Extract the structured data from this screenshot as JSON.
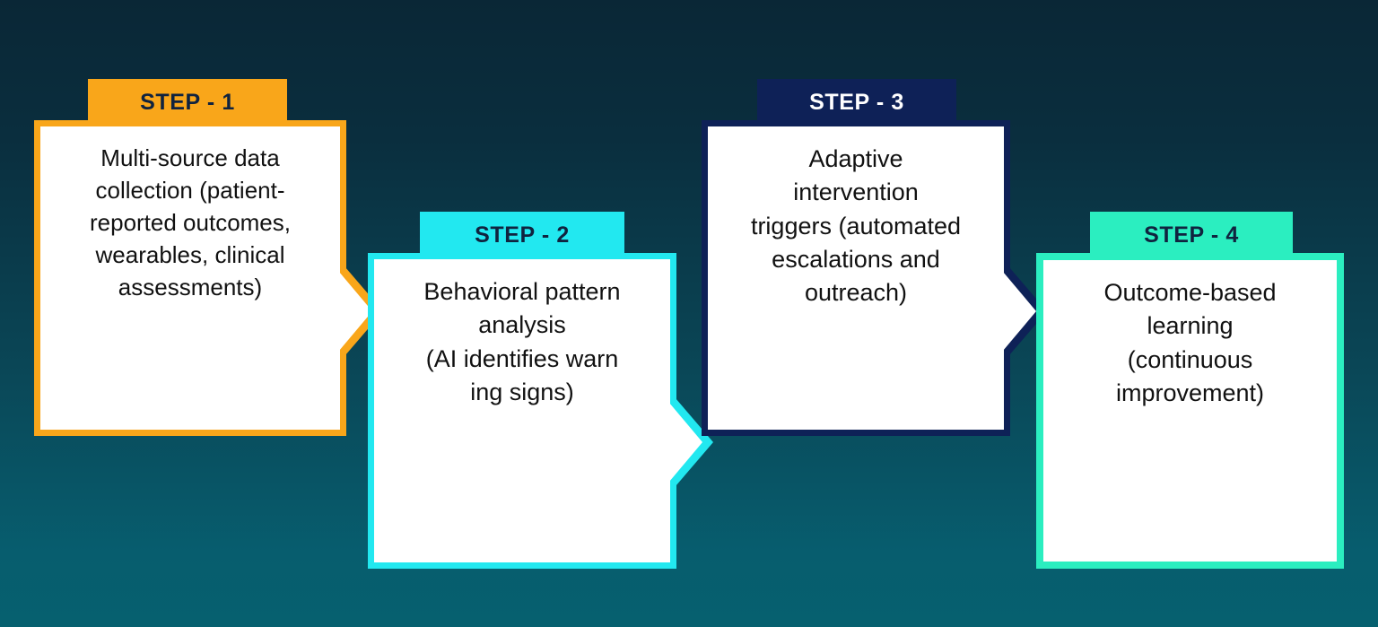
{
  "background": {
    "gradient_top": "#0a2736",
    "gradient_bottom": "#06606f"
  },
  "diagram": {
    "type": "process-flow",
    "orientation": "horizontal-zigzag",
    "step_count": 4
  },
  "steps": [
    {
      "tab_label": "STEP - 1",
      "body": "Multi-source data\ncollection (patient-\nreported outcomes,\nwearables, clinical\nassessments)",
      "accent_color": "#F9A61A",
      "tab_text_color": "#10233f",
      "has_arrow": true,
      "row": "top"
    },
    {
      "tab_label": "STEP - 2",
      "body": "Behavioral pattern\nanalysis\n(AI identifies warn\ning signs)",
      "accent_color": "#22E8F0",
      "tab_text_color": "#10233f",
      "has_arrow": true,
      "row": "bottom"
    },
    {
      "tab_label": "STEP - 3",
      "body": "Adaptive\nintervention\ntriggers (automated\nescalations and\noutreach)",
      "accent_color": "#0E2157",
      "tab_text_color": "#ffffff",
      "has_arrow": true,
      "row": "top"
    },
    {
      "tab_label": "STEP - 4",
      "body": "Outcome-based\nlearning\n(continuous\nimprovement)",
      "accent_color": "#2BEEC0",
      "tab_text_color": "#10233f",
      "has_arrow": false,
      "row": "bottom"
    }
  ]
}
